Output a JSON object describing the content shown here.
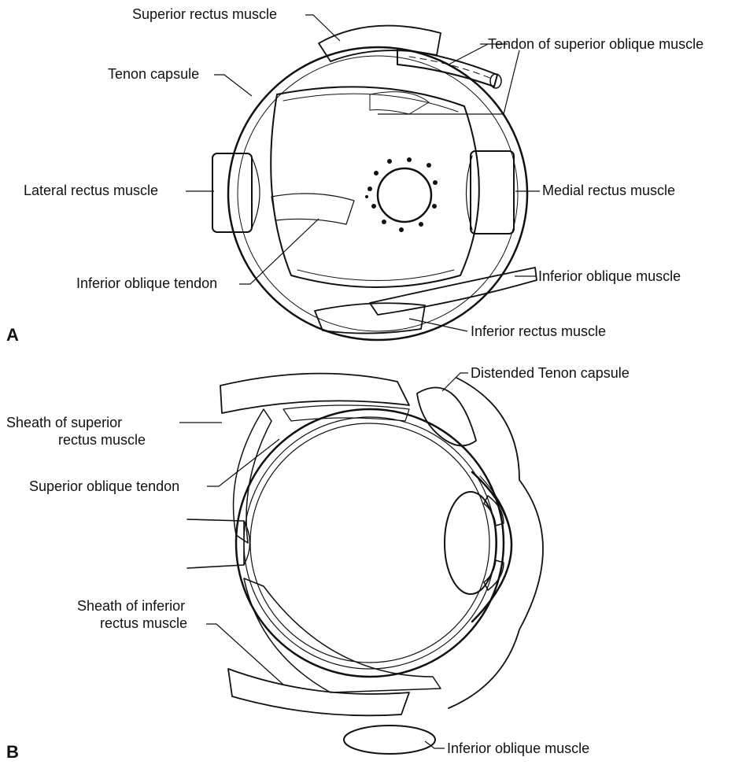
{
  "figure": {
    "panel_a": {
      "letter": "A",
      "labels": {
        "superior_rectus": "Superior rectus muscle",
        "tendon_superior_oblique": "Tendon of superior oblique muscle",
        "tenon_capsule": "Tenon capsule",
        "lateral_rectus": "Lateral rectus muscle",
        "medial_rectus": "Medial rectus muscle",
        "inferior_oblique_tendon": "Inferior oblique tendon",
        "inferior_oblique_muscle": "Inferior oblique muscle",
        "inferior_rectus": "Inferior rectus muscle"
      }
    },
    "panel_b": {
      "letter": "B",
      "labels": {
        "distended_tenon": "Distended Tenon capsule",
        "sheath_superior_1": "Sheath of superior",
        "sheath_superior_2": "rectus muscle",
        "superior_oblique_tendon": "Superior oblique tendon",
        "sheath_inferior_1": "Sheath of inferior",
        "sheath_inferior_2": "rectus muscle",
        "inferior_oblique_muscle": "Inferior oblique muscle"
      }
    }
  }
}
